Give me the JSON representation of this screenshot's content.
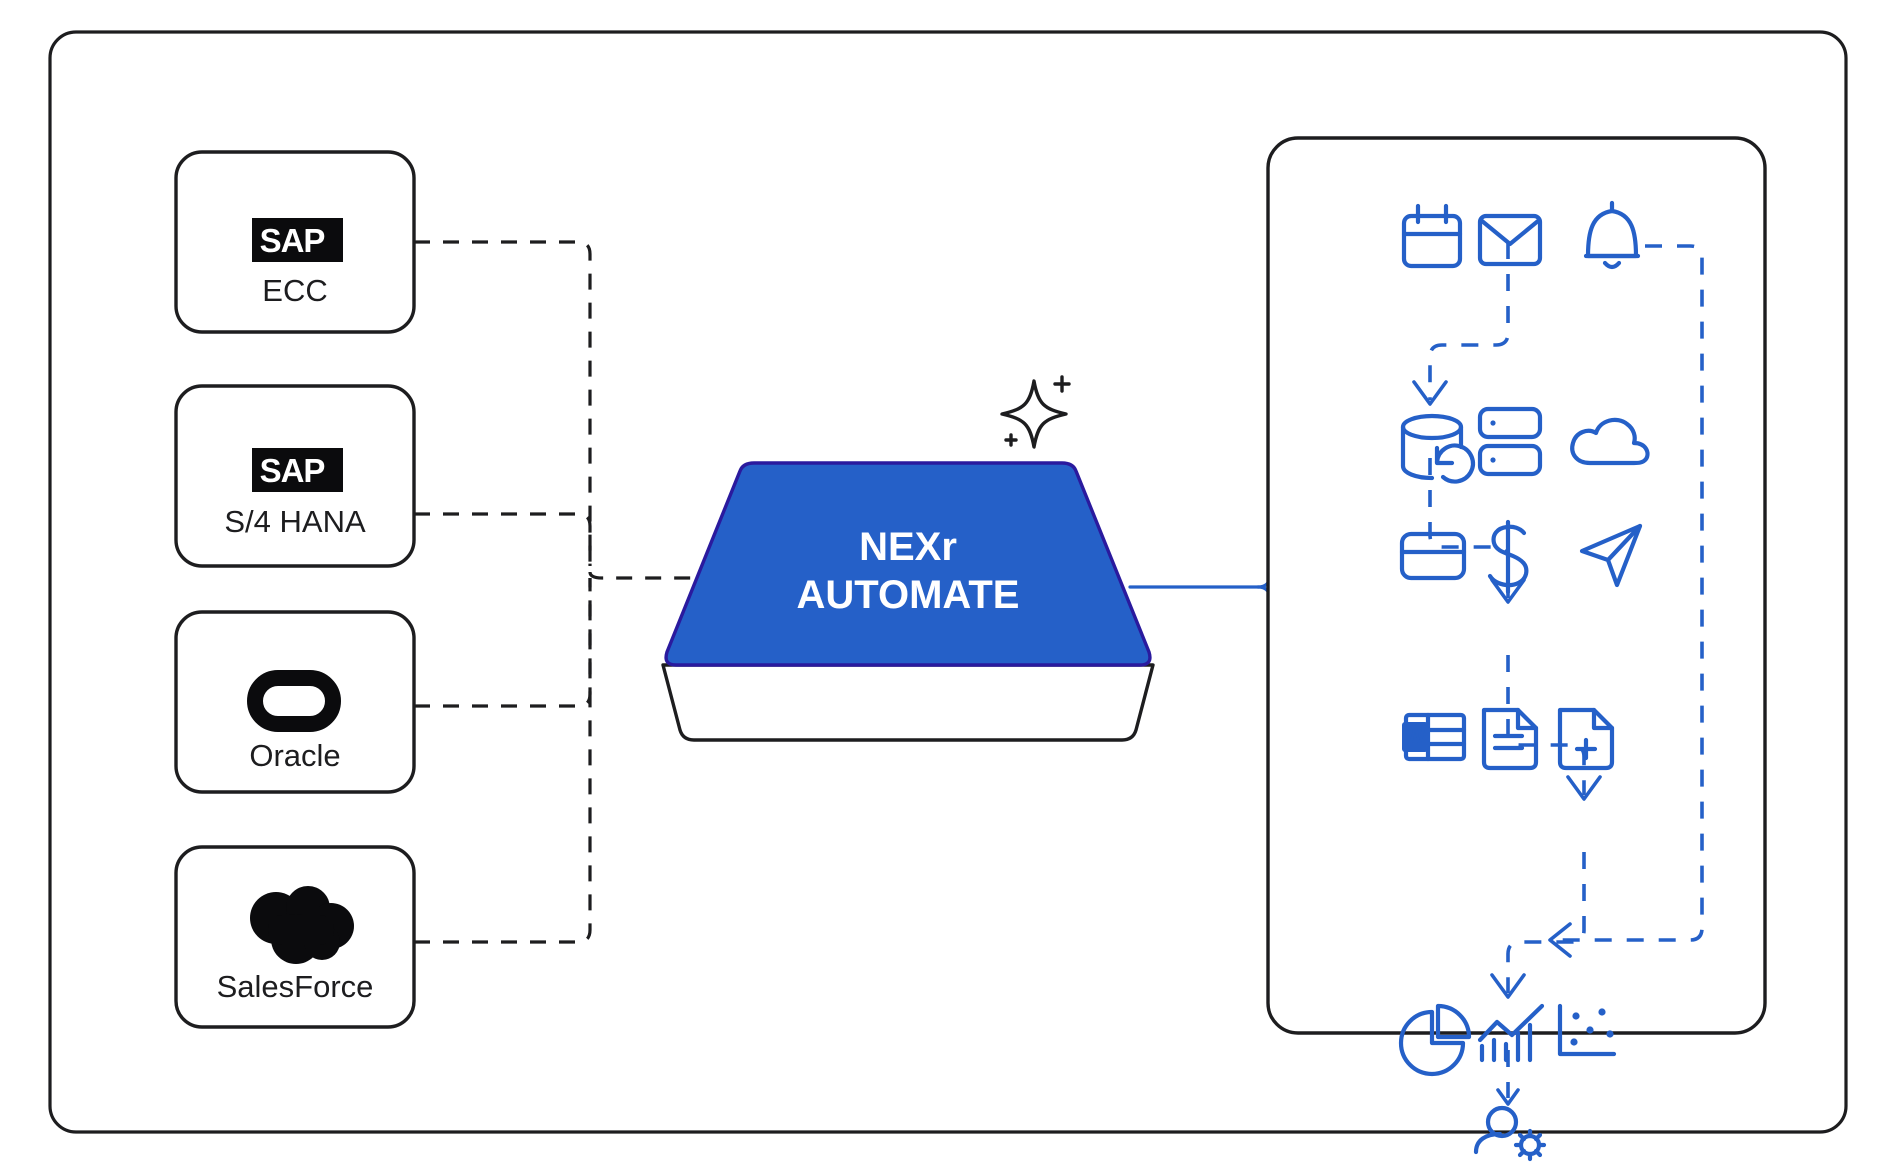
{
  "diagram": {
    "title": "NEXr AUTOMATE integration flow",
    "colors": {
      "accent_blue": "#2560c8",
      "funnel_fill": "#2560c8",
      "funnel_stroke": "#2a1a9e",
      "outline_black": "#1d1d1f",
      "logo_black": "#0b0b0d",
      "background": "#ffffff"
    }
  },
  "sources": {
    "heading": "",
    "cards": [
      {
        "label": "ECC",
        "logo": "sap-logo",
        "logo_text": "SAP"
      },
      {
        "label": "S/4 HANA",
        "logo": "sap-logo",
        "logo_text": "SAP"
      },
      {
        "label": "Oracle",
        "logo": "oracle-logo",
        "logo_text": ""
      },
      {
        "label": "SalesForce",
        "logo": "salesforce-logo",
        "logo_text": ""
      }
    ]
  },
  "hub": {
    "line1": "NEXr",
    "line2": "AUTOMATE",
    "badge_icon": "sparkle-icon"
  },
  "outputs": {
    "arrow_count": 4,
    "icons": [
      {
        "name": "calendar-icon",
        "row": 1,
        "col": 1
      },
      {
        "name": "envelope-icon",
        "row": 1,
        "col": 2
      },
      {
        "name": "bell-icon",
        "row": 1,
        "col": 3
      },
      {
        "name": "database-refresh-icon",
        "row": 2,
        "col": 1
      },
      {
        "name": "server-stack-icon",
        "row": 2,
        "col": 2
      },
      {
        "name": "cloud-icon",
        "row": 2,
        "col": 3
      },
      {
        "name": "credit-card-icon",
        "row": 3,
        "col": 1
      },
      {
        "name": "dollar-sign-icon",
        "row": 3,
        "col": 2
      },
      {
        "name": "send-icon",
        "row": 3,
        "col": 3
      },
      {
        "name": "word-document-icon",
        "row": 4,
        "col": 1,
        "glyph": "W"
      },
      {
        "name": "document-text-icon",
        "row": 4,
        "col": 2
      },
      {
        "name": "document-add-icon",
        "row": 4,
        "col": 3
      },
      {
        "name": "pie-chart-icon",
        "row": 5,
        "col": 1
      },
      {
        "name": "bar-line-chart-icon",
        "row": 5,
        "col": 2
      },
      {
        "name": "scatter-plot-icon",
        "row": 5,
        "col": 3
      },
      {
        "name": "user-settings-icon",
        "row": 6,
        "col": 2
      }
    ]
  }
}
